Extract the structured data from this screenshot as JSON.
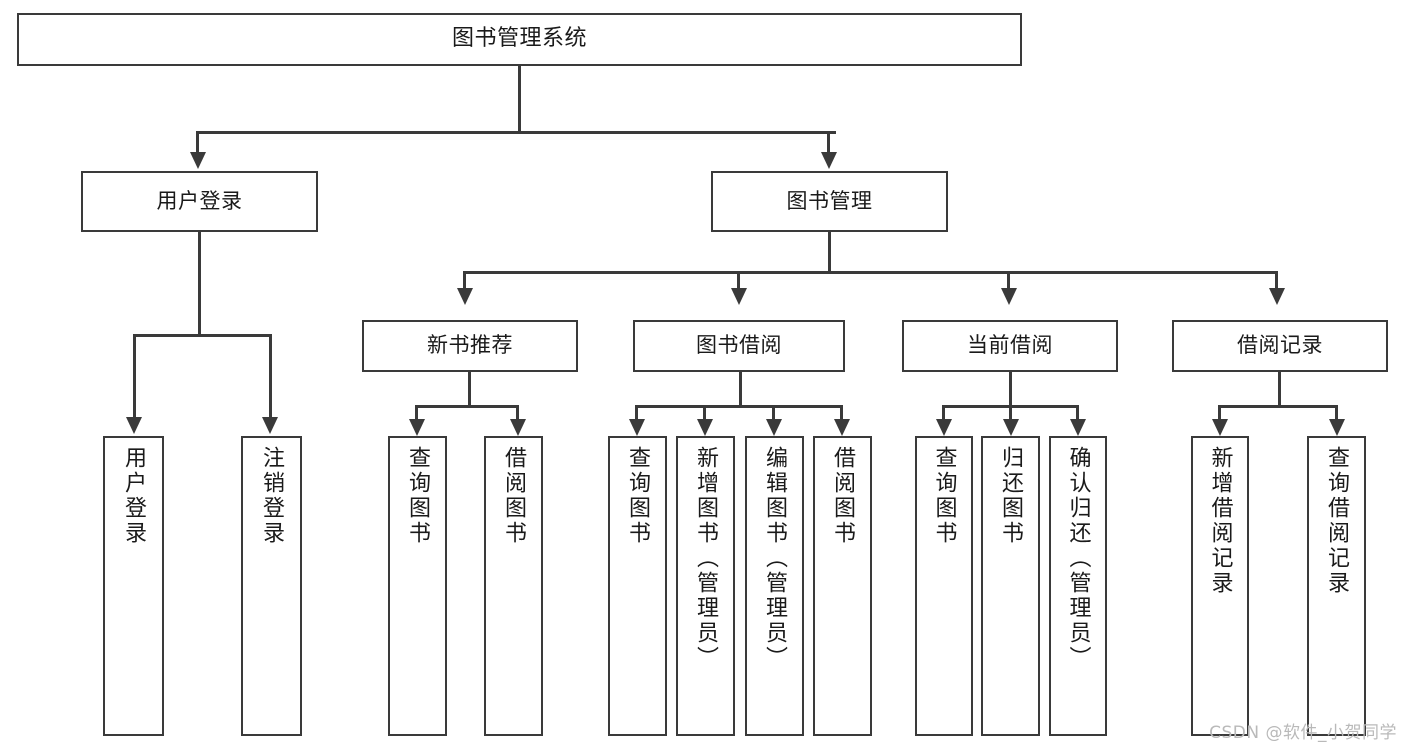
{
  "diagram": {
    "title": "图书管理系统",
    "type": "tree",
    "watermark": "CSDN @软件_小贺同学",
    "colors": {
      "stroke": "#3a3a3a",
      "node_fill": "#ffffff",
      "text": "#1a1a1a",
      "background": "#ffffff",
      "watermark": "#b9b9b9"
    },
    "root": {
      "label": "图书管理系统"
    },
    "level2": [
      {
        "label": "用户登录"
      },
      {
        "label": "图书管理"
      }
    ],
    "level3": [
      {
        "label": "新书推荐"
      },
      {
        "label": "图书借阅"
      },
      {
        "label": "当前借阅"
      },
      {
        "label": "借阅记录"
      }
    ],
    "leaves": {
      "user_login": [
        {
          "label": "用户登录"
        },
        {
          "label": "注销登录"
        }
      ],
      "new_book_recommend": [
        {
          "label": "查询图书"
        },
        {
          "label": "借阅图书"
        }
      ],
      "book_borrow": [
        {
          "label": "查询图书"
        },
        {
          "label": "新增图书（管理员）"
        },
        {
          "label": "编辑图书（管理员）"
        },
        {
          "label": "借阅图书"
        }
      ],
      "current_borrow": [
        {
          "label": "查询图书"
        },
        {
          "label": "归还图书"
        },
        {
          "label": "确认归还（管理员）"
        }
      ],
      "borrow_record": [
        {
          "label": "新增借阅记录"
        },
        {
          "label": "查询借阅记录"
        }
      ]
    }
  }
}
